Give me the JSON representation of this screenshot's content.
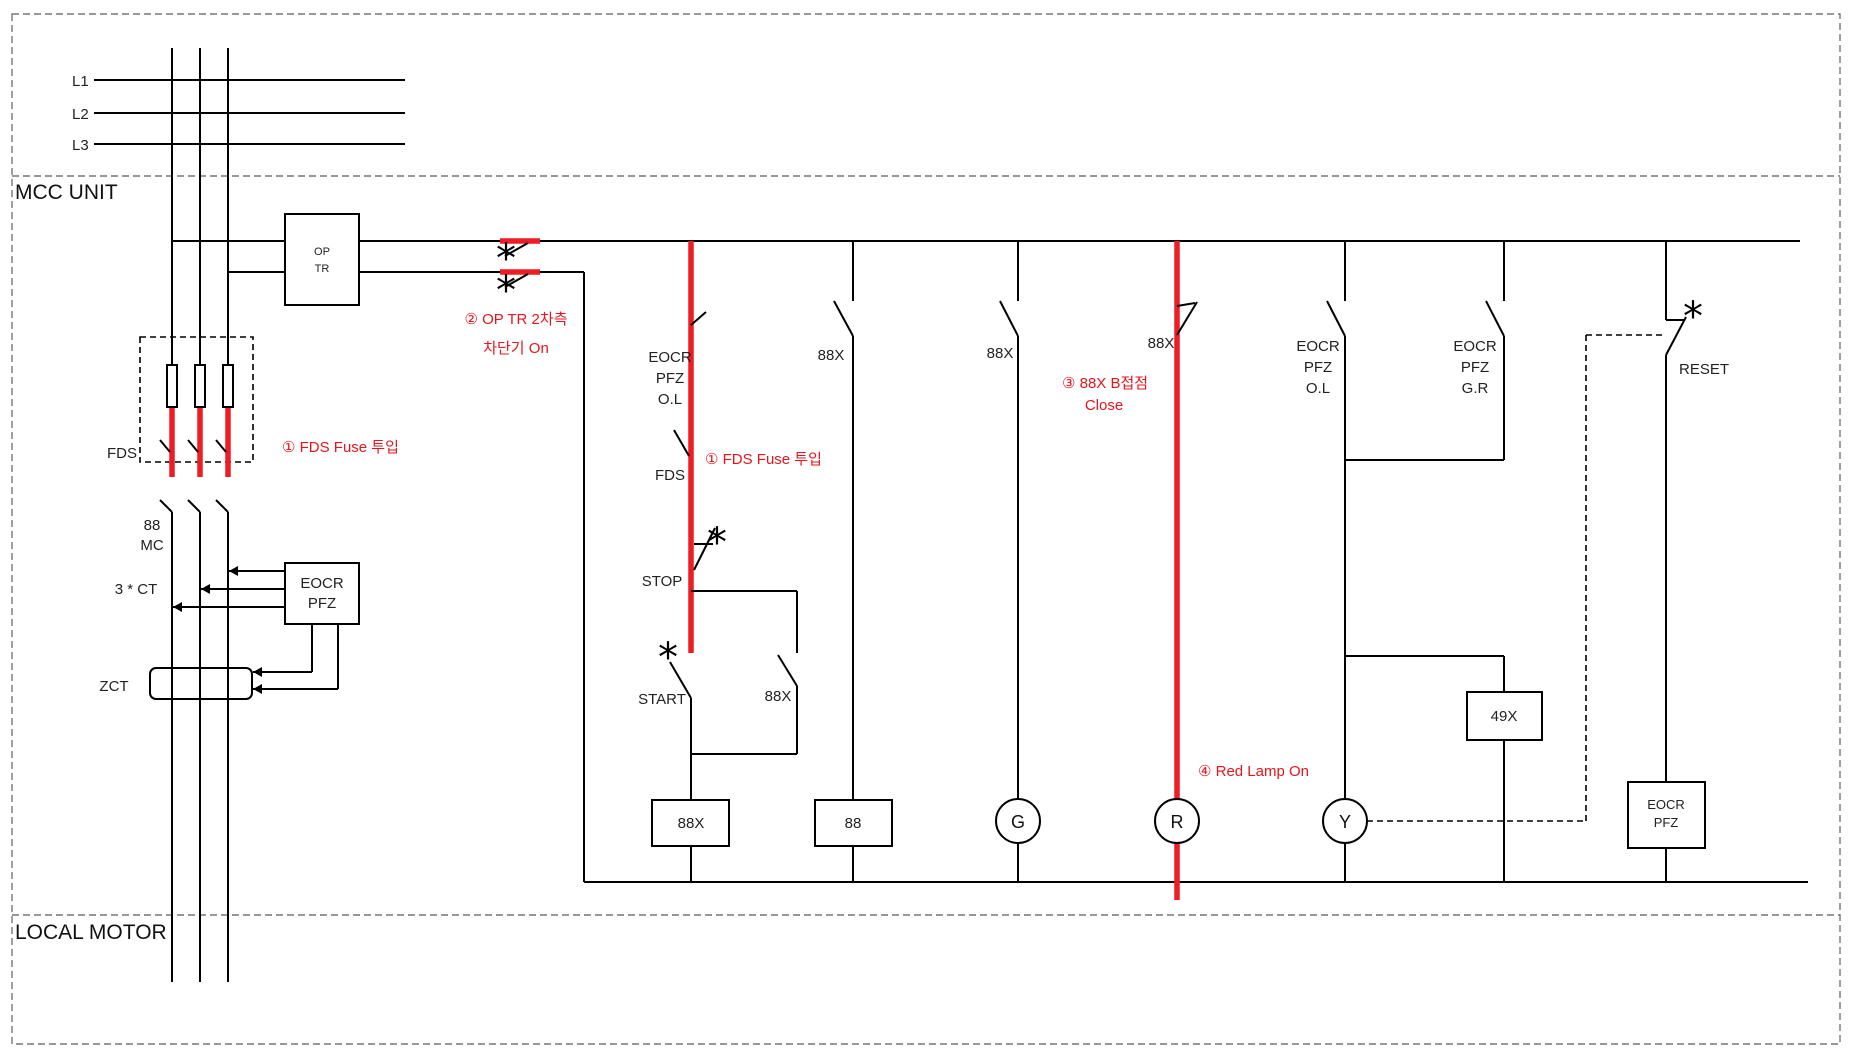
{
  "sections": {
    "mcc_unit": "MCC UNIT",
    "local_motor": "LOCAL MOTOR"
  },
  "bus": {
    "l1": "L1",
    "l2": "L2",
    "l3": "L3"
  },
  "power": {
    "op_tr_top": "OP",
    "op_tr_bottom": "TR",
    "fds": "FDS",
    "mc_top": "88",
    "mc_bottom": "MC",
    "ct": "3 * CT",
    "eocr_top": "EOCR",
    "eocr_bottom": "PFZ",
    "zct": "ZCT"
  },
  "control": {
    "c1_eocr_1": "EOCR",
    "c1_eocr_2": "PFZ",
    "c1_eocr_3": "O.L",
    "c1_fds": "FDS",
    "c1_stop": "STOP",
    "c1_start": "START",
    "c1_88x_contact": "88X",
    "c1_coil": "88X",
    "c2_contact": "88X",
    "c2_coil": "88",
    "c3_contact": "88X",
    "c3_lamp": "G",
    "c4_contact": "88X",
    "c4_lamp": "R",
    "c5_eocr_1": "EOCR",
    "c5_eocr_2": "PFZ",
    "c5_eocr_3": "O.L",
    "c5_lamp": "Y",
    "c6_eocr_1": "EOCR",
    "c6_eocr_2": "PFZ",
    "c6_eocr_3": "G.R",
    "c6_coil": "49X",
    "c7_reset": "RESET",
    "c7_eocr_1": "EOCR",
    "c7_eocr_2": "PFZ"
  },
  "annotations": {
    "step1_power": "① FDS Fuse 투입",
    "step2_line1": "② OP TR 2차측",
    "step2_line2": "차단기 On",
    "step1_control": "① FDS Fuse 투입",
    "step3_line1": "③ 88X B접점",
    "step3_line2": "Close",
    "step4": "④ Red Lamp On"
  },
  "colors": {
    "energized": "#ee1c24",
    "wire": "#000000",
    "annotation": "#e8141b"
  }
}
